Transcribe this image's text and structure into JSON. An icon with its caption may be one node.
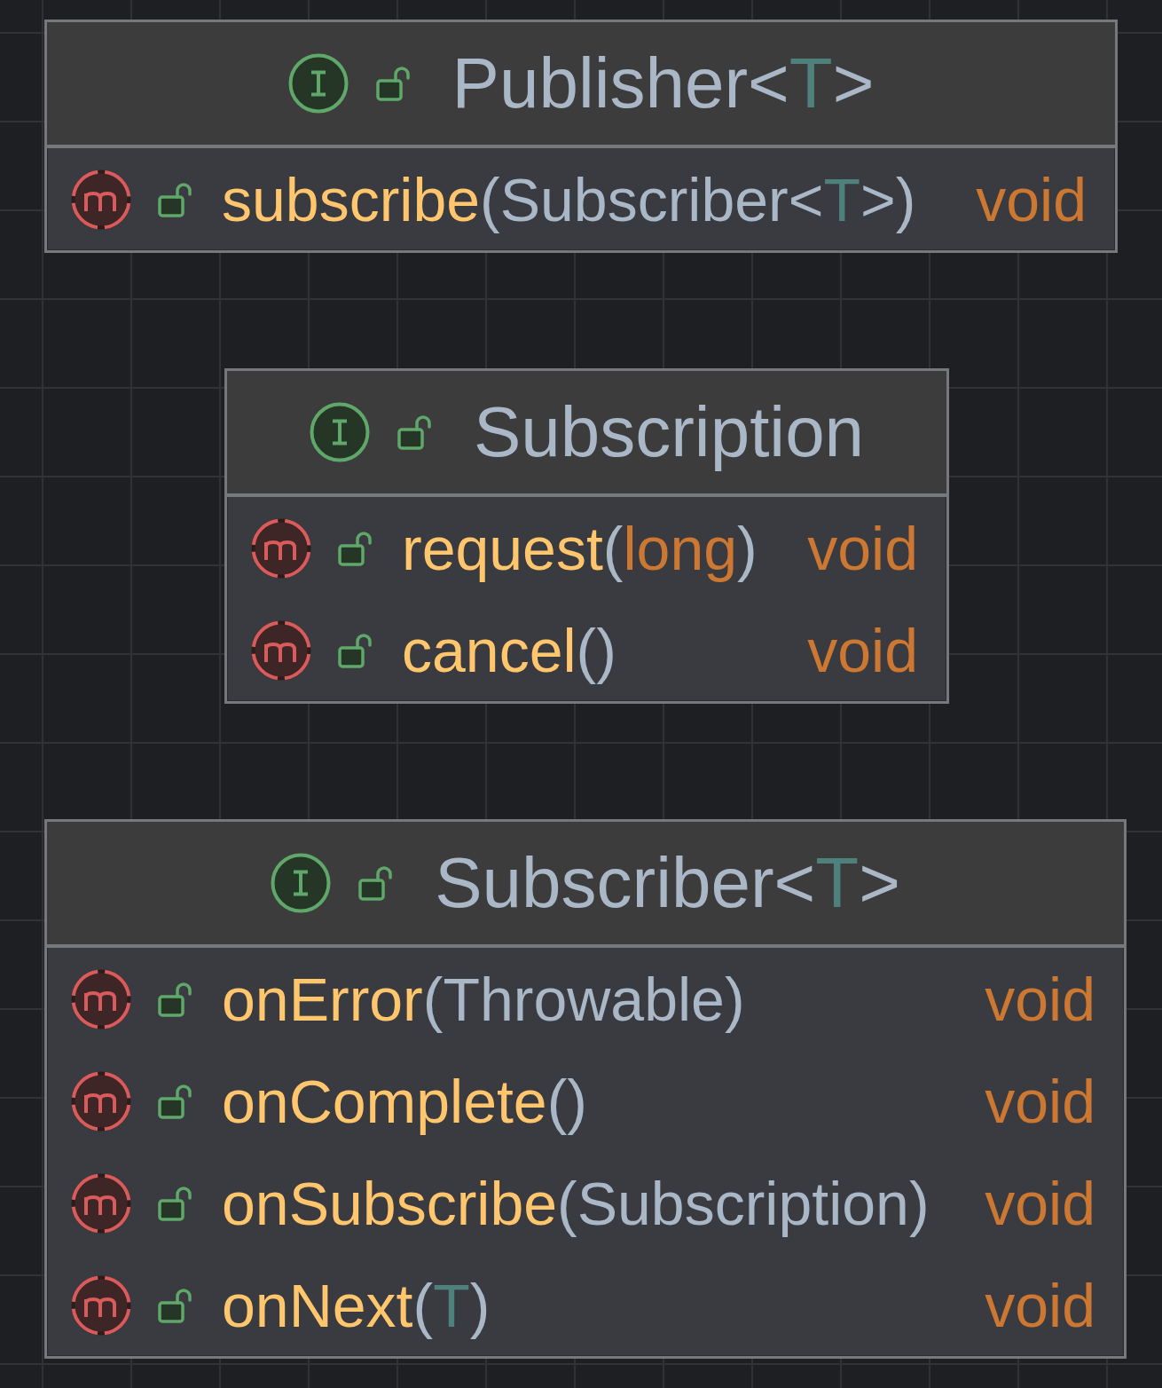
{
  "diagram": {
    "nodes": [
      {
        "text": [
          "Publisher<T>",
          "subscribe(Subscriber<T>)",
          "void"
        ]
      },
      {
        "text": [
          "Subscription",
          "request(long)",
          "void",
          "cancel()",
          "void"
        ]
      },
      {
        "text": [
          "Subscriber<T>",
          "onError(Throwable)",
          "void",
          "onComplete()",
          "void",
          "onSubscribe(Subscription)",
          "void",
          "onNext(T)",
          "void"
        ]
      }
    ]
  }
}
